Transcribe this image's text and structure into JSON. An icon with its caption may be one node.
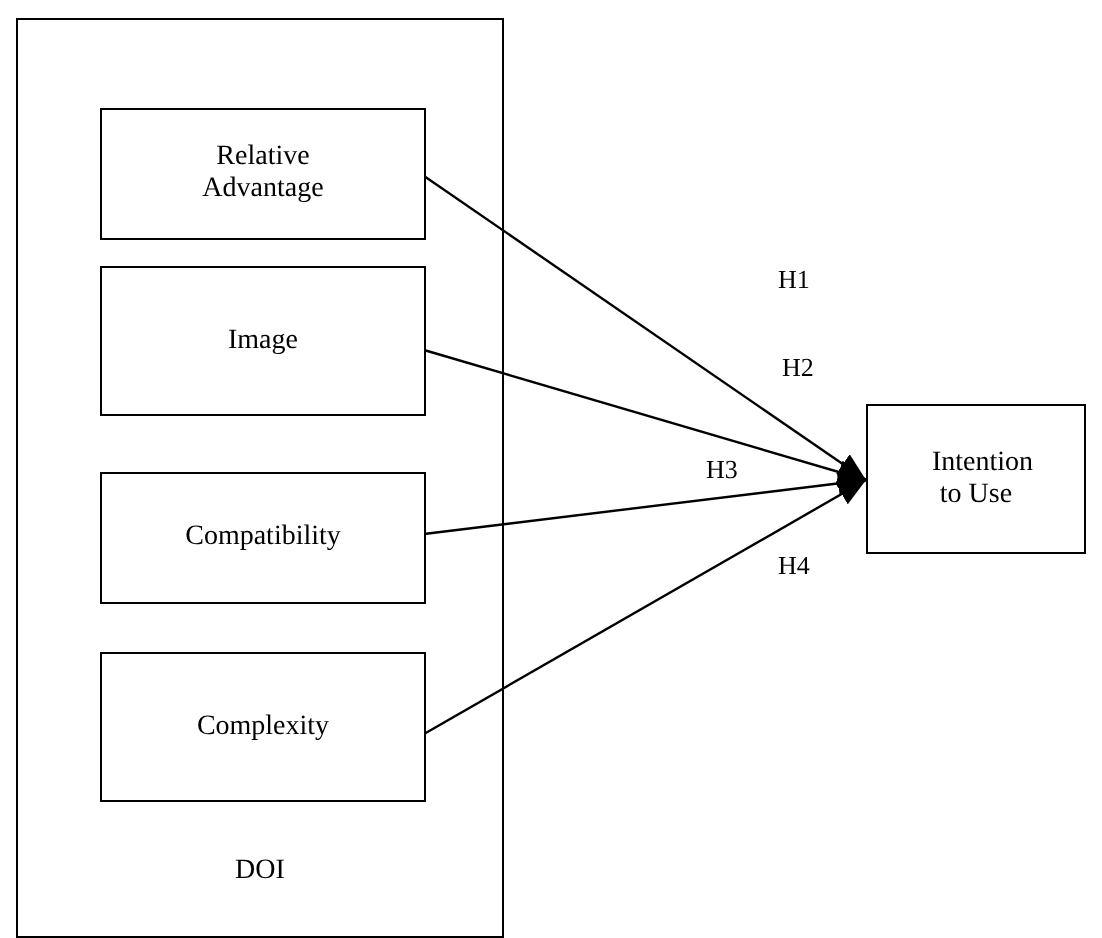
{
  "diagram": {
    "nodes": [
      {
        "text": [
          "DOI"
        ]
      },
      {
        "text": [
          "Relative Advantage"
        ],
        "in": 0
      },
      {
        "text": [
          "Image"
        ],
        "in": 0
      },
      {
        "text": [
          "Compatibility"
        ],
        "in": 0
      },
      {
        "text": [
          "Complexity"
        ],
        "in": 0
      },
      {
        "text": [
          "Intention to Use"
        ]
      }
    ],
    "edges": [
      {
        "from": 1,
        "to": 5,
        "arrow": "to",
        "label": "H1"
      },
      {
        "from": 2,
        "to": 5,
        "arrow": "to",
        "label": "H2"
      },
      {
        "from": 3,
        "to": 5,
        "arrow": "to",
        "label": "H3"
      },
      {
        "from": 4,
        "to": 5,
        "arrow": "to",
        "label": "H4"
      }
    ]
  }
}
